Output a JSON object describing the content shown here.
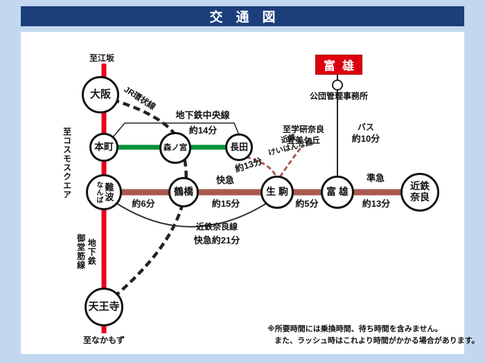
{
  "title": "交　通　図",
  "highlight": {
    "label": "富雄"
  },
  "stations": {
    "osaka": "大阪",
    "hommachi": "本町",
    "morinomiya": "森ノ宮",
    "nagata": "長田",
    "namba_kana": "なんば",
    "namba_kanji": "難波",
    "tsuruhashi": "鶴橋",
    "ikoma": "生 駒",
    "tomio": "富 雄",
    "kintetsu_nara": "近鉄\n奈良",
    "tennoji": "天王寺"
  },
  "labels": {
    "to_esaka": "至江坂",
    "jr_loop_line": "JR環状線",
    "chuo_line": "地下鉄中央線",
    "chuo_time": "約14分",
    "to_cosmosquare": "至コスモスクエア",
    "keihanna_line": "近鉄\nけいはんな線",
    "keihanna_time": "約13分",
    "to_gakken_nara": "至学研奈良\n登美ケ丘",
    "bus": "バス",
    "bus_time": "約10分",
    "office": "公団管理事務所",
    "kaikyu": "快急",
    "kaikyu_time": "約15分",
    "time_namba_tsuruhashi": "約6分",
    "time_ikoma_tomio": "約5分",
    "junkyu": "準急",
    "junkyu_time": "約13分",
    "nara_line": "近鉄奈良線",
    "nara_line_time": "快急約21分",
    "midosuji_subway": "地下鉄\n御堂筋線",
    "to_nakamozu": "至なかもず"
  },
  "notes": {
    "line1": "※所要時間には乗換時間、待ち時間を含みません。",
    "line2": "また、ラッシュ時はこれより時間がかかる場合があります。"
  },
  "colors": {
    "background_blue": "#c3d8f0",
    "title_navy": "#1c3f7c",
    "midosuji_red": "#e8001c",
    "chuo_green": "#00913a",
    "kintetsu_maroon": "#a95a50",
    "highlight_red": "#dd000e"
  }
}
